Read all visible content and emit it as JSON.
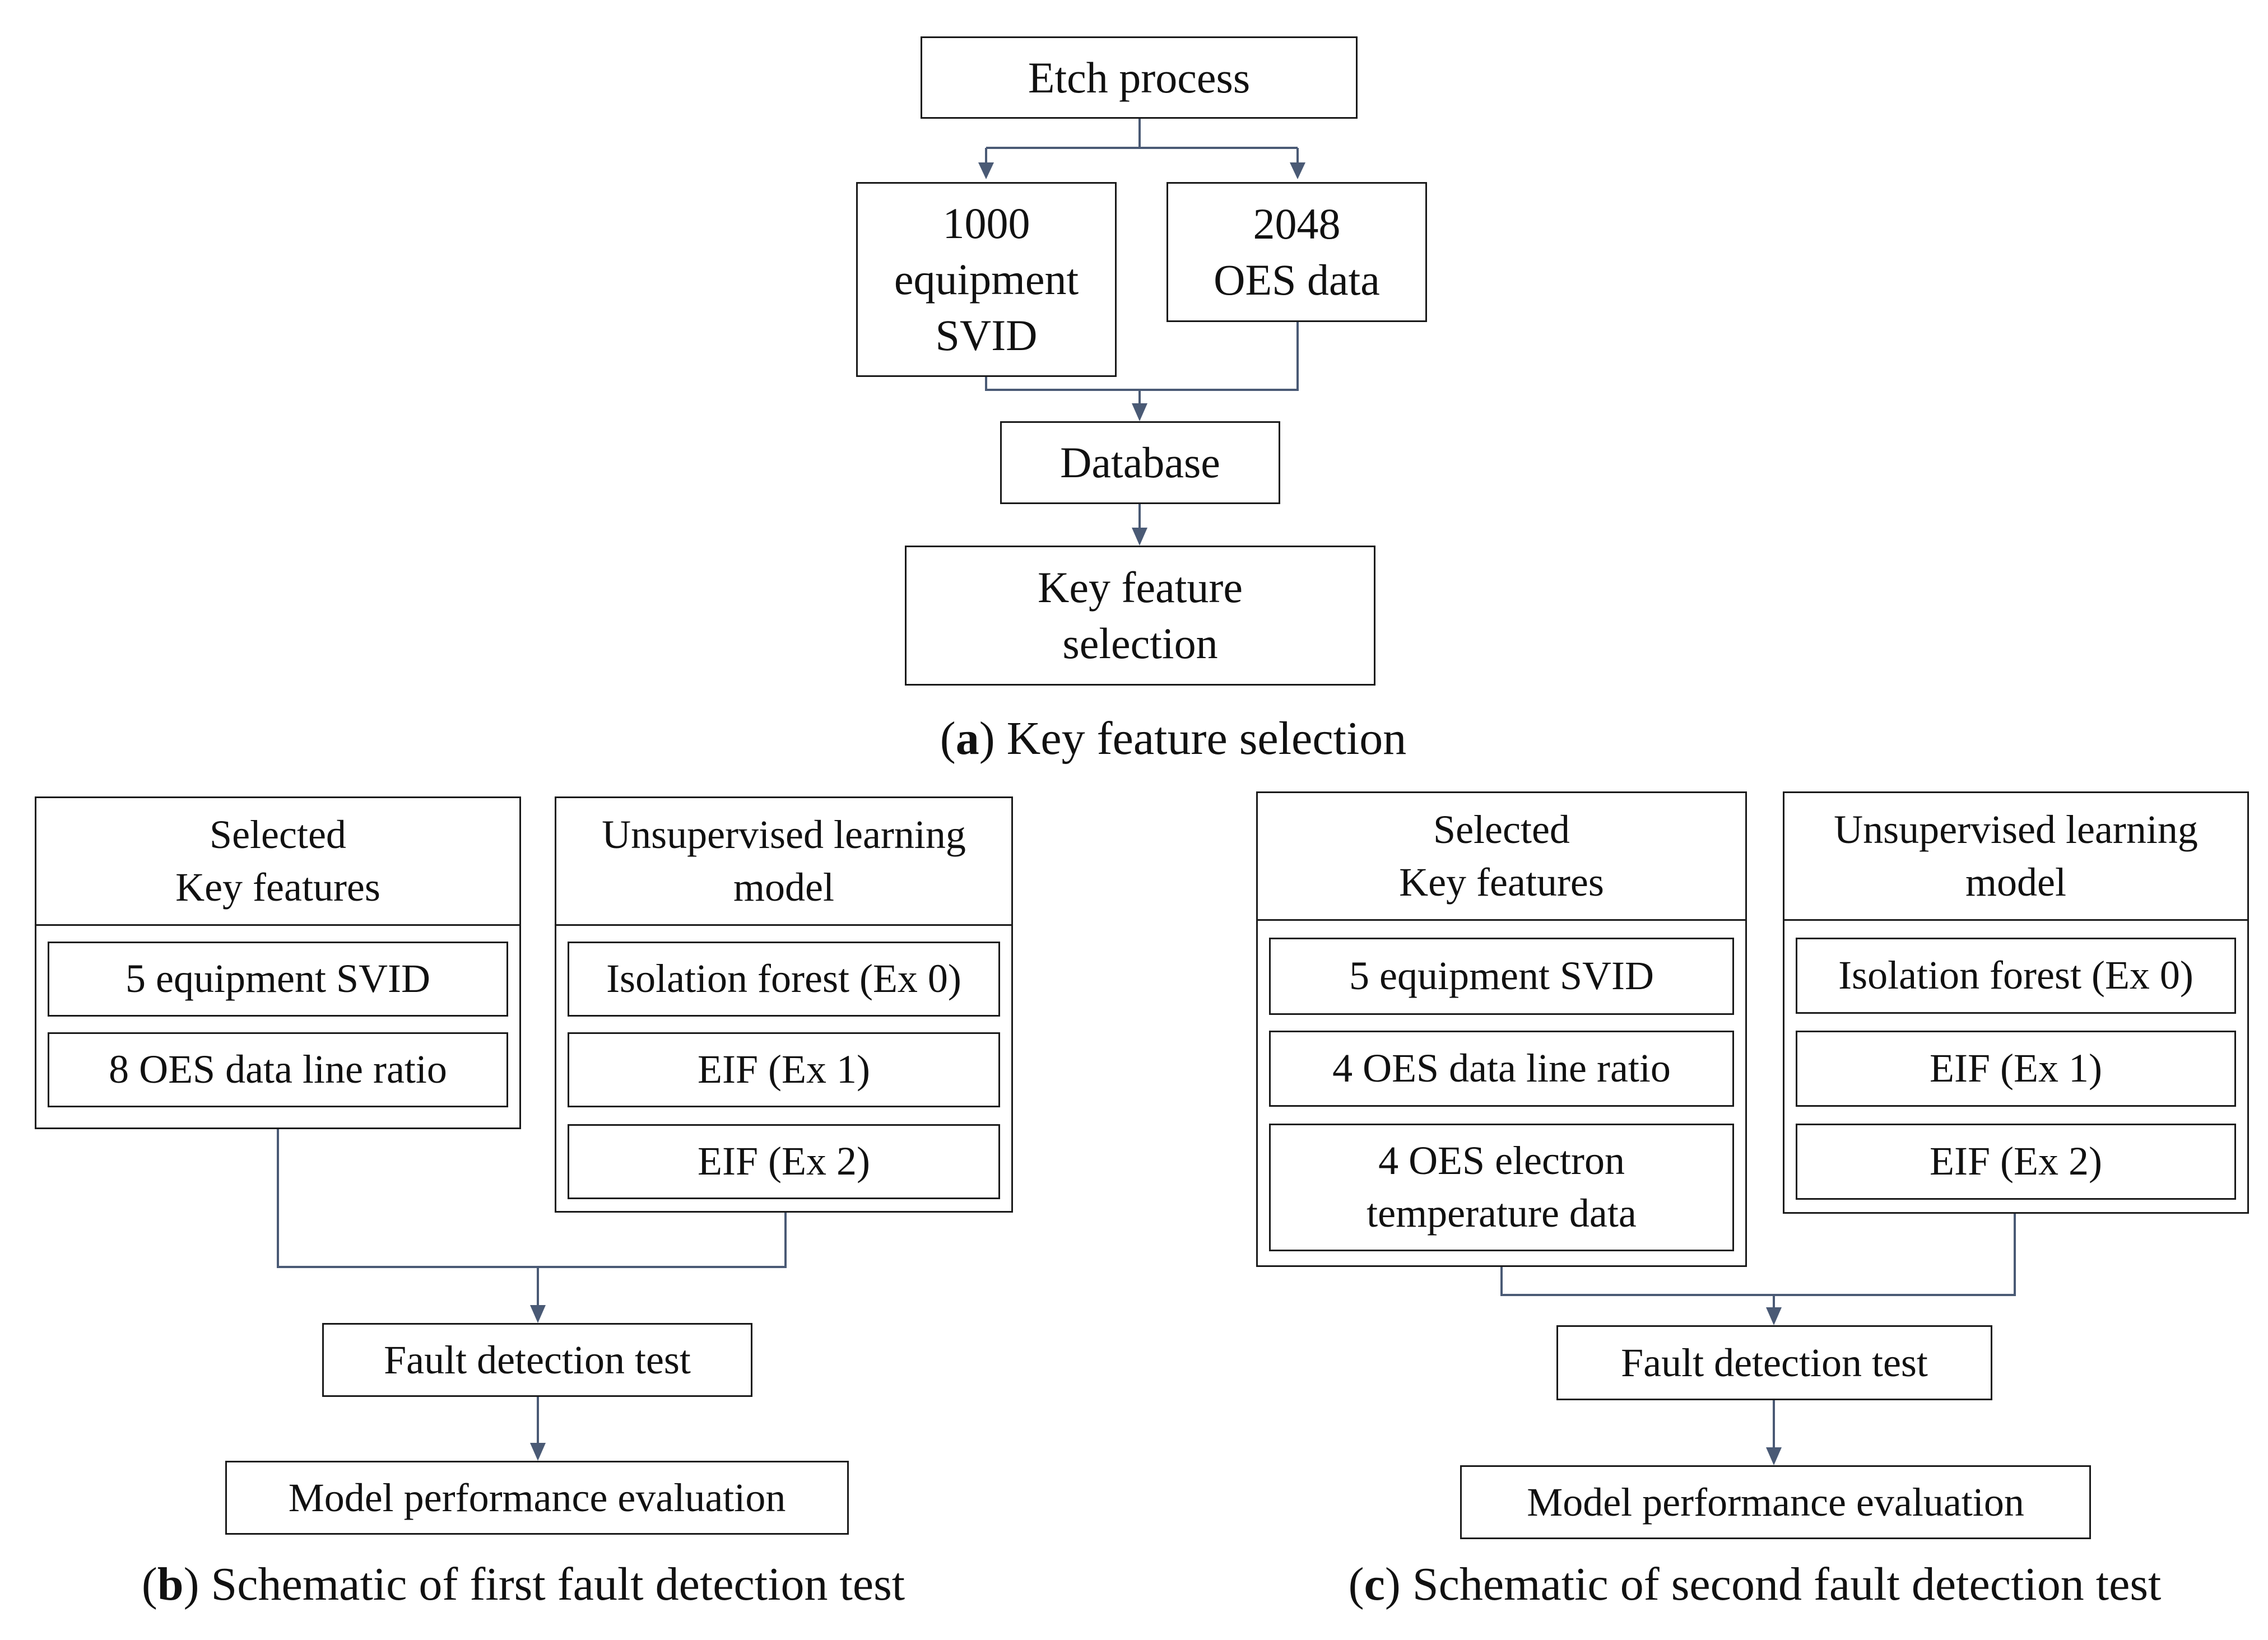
{
  "panel_a": {
    "etch_process": "Etch process",
    "svid_box": "1000\nequipment\nSVID",
    "oes_box": "2048\nOES data",
    "database": "Database",
    "key_feature_selection": "Key feature\nselection",
    "caption_letter": "a",
    "caption_text": ") Key feature selection"
  },
  "panel_b": {
    "selected_head": "Selected\nKey features",
    "selected_items": [
      "5 equipment SVID",
      "8 OES data line ratio"
    ],
    "model_head": "Unsupervised learning\nmodel",
    "model_items": [
      "Isolation forest (Ex 0)",
      "EIF (Ex 1)",
      "EIF (Ex 2)"
    ],
    "fault_test": "Fault detection test",
    "evaluation": "Model performance evaluation",
    "caption_letter": "b",
    "caption_text": ") Schematic of first fault detection test"
  },
  "panel_c": {
    "selected_head": "Selected\nKey features",
    "selected_items": [
      "5 equipment SVID",
      "4 OES data line ratio",
      "4 OES electron\ntemperature data"
    ],
    "model_head": "Unsupervised learning\nmodel",
    "model_items": [
      "Isolation forest (Ex 0)",
      "EIF (Ex 1)",
      "EIF (Ex 2)"
    ],
    "fault_test": "Fault detection test",
    "evaluation": "Model performance evaluation",
    "caption_letter": "c",
    "caption_text": ") Schematic of second fault detection test"
  },
  "colors": {
    "connector": "#4a5a75",
    "border": "#1a1a1a"
  }
}
